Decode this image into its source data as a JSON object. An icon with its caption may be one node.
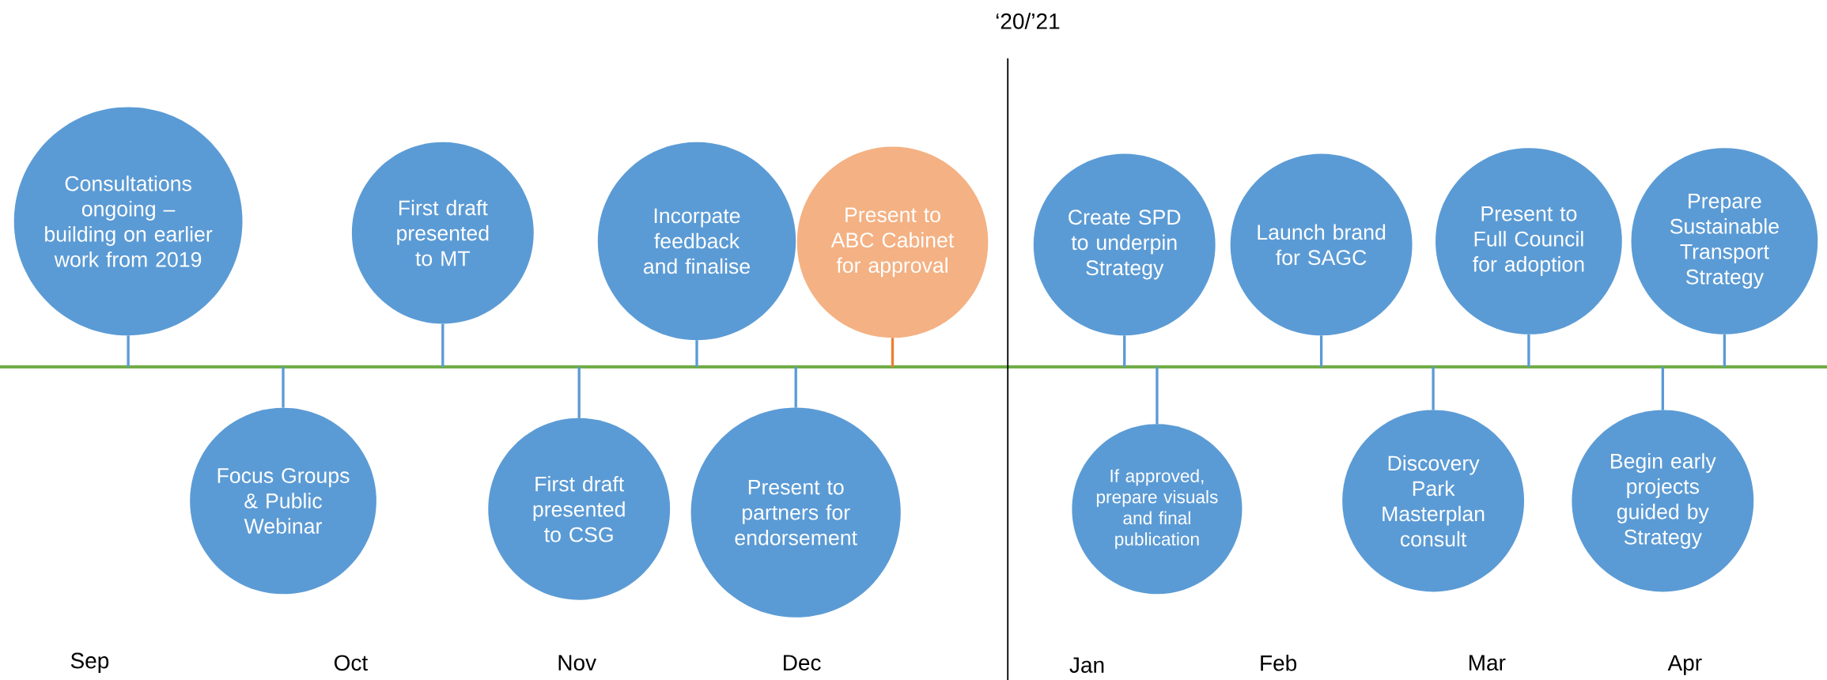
{
  "diagram": {
    "nodes": [
      {
        "text": [
          "Consultations ongoing – building on earlier work from 2019"
        ]
      },
      {
        "text": [
          "Focus Groups & Public Webinar"
        ]
      },
      {
        "text": [
          "First draft presented to MT"
        ]
      },
      {
        "text": [
          "First draft presented to CSG"
        ]
      },
      {
        "text": [
          "Incorpate feedback and finalise"
        ]
      },
      {
        "text": [
          "Present to partners for endorsement"
        ]
      },
      {
        "text": [
          "Present to ABC Cabinet for approval"
        ]
      },
      {
        "text": [
          "Create SPD to underpin Strategy"
        ]
      },
      {
        "text": [
          "If approved, prepare visuals and final publication"
        ]
      },
      {
        "text": [
          "Launch brand for SAGC"
        ]
      },
      {
        "text": [
          "Discovery Park Masterplan consult"
        ]
      },
      {
        "text": [
          "Present to Full Council for adoption"
        ]
      },
      {
        "text": [
          "Begin early projects guided by Strategy"
        ]
      },
      {
        "text": [
          "Prepare Sustainable Transport Strategy"
        ]
      }
    ],
    "labels": [
      "‘20/’21",
      "Sep",
      "Oct",
      "Nov",
      "Dec",
      "Jan",
      "Feb",
      "Mar",
      "Apr"
    ]
  }
}
